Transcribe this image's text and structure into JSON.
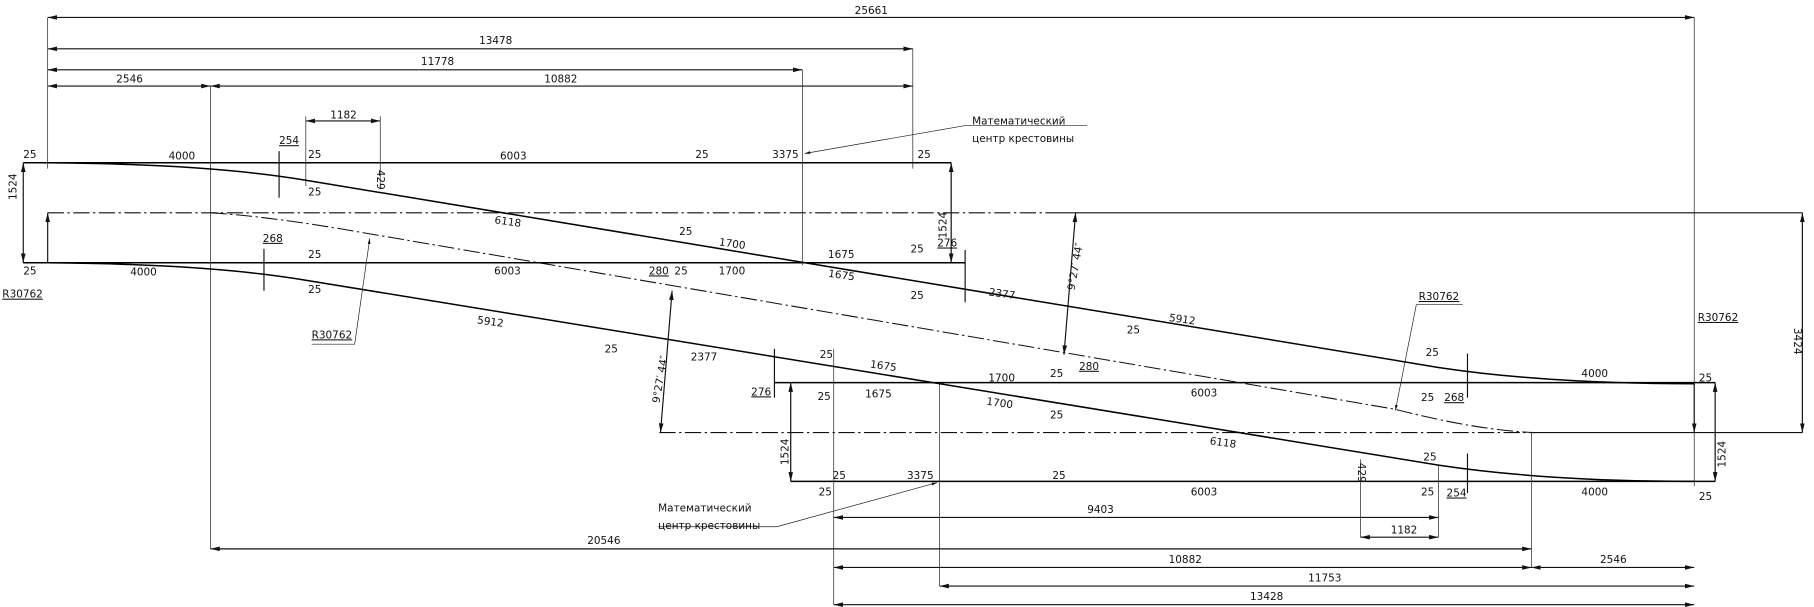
{
  "drawing": {
    "labels": [
      "25661",
      "13478",
      "11778",
      "2546",
      "10882",
      "1182",
      "254",
      "25",
      "4000",
      "25",
      "6003",
      "25",
      "3375",
      "25",
      "Математический",
      "центр крестовины",
      "25",
      "429",
      "1524",
      "6118",
      "25",
      "1700",
      "268",
      "25",
      "6003",
      "280",
      "25",
      "1700",
      "1675",
      "1675",
      "25",
      "276",
      "1524",
      "9°27′ 44″",
      "25",
      "4000",
      "R30762",
      "25",
      "R30762",
      "5912",
      "2377",
      "25",
      "25",
      "2377",
      "5912",
      "25",
      "R30762",
      "R30762",
      "3424",
      "9°27′ 44″",
      "25",
      "1675",
      "1700",
      "25",
      "280",
      "25",
      "4000",
      "25",
      "276",
      "25",
      "1675",
      "1700",
      "25",
      "6003",
      "25",
      "268",
      "6118",
      "1524",
      "1524",
      "429",
      "25",
      "25",
      "25",
      "3375",
      "25",
      "6003",
      "25",
      "254",
      "4000",
      "25",
      "Математический",
      "центр крестовины",
      "9403",
      "1182",
      "20546",
      "10882",
      "2546",
      "11753",
      "13428"
    ]
  }
}
